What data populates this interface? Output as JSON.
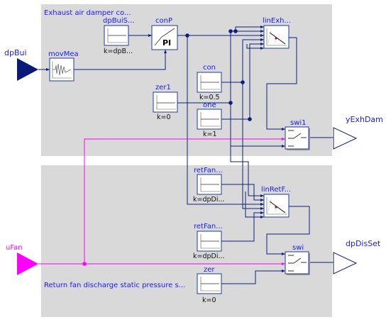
{
  "groups": {
    "top": {
      "label": "Exhaust air damper co..."
    },
    "bottom": {
      "label": "Return fan discharge static pressure s..."
    }
  },
  "inputs": {
    "dpBui": {
      "label": "dpBui",
      "color": "#0a1a78"
    },
    "uFan": {
      "label": "uFan",
      "color": "#ff00ff"
    }
  },
  "outputs": {
    "yExhDam": {
      "label": "yExhDam"
    },
    "dpDisSet": {
      "label": "dpDisSet"
    }
  },
  "blocks": {
    "movMea": {
      "name": "movMea"
    },
    "dpBuiSet": {
      "name": "dpBuiS...",
      "param": "k=dpB..."
    },
    "conP": {
      "name": "conP",
      "symbol": "PI"
    },
    "linExh": {
      "name": "linExh..."
    },
    "con": {
      "name": "con",
      "param": "k=0.5"
    },
    "zer1": {
      "name": "zer1",
      "param": "k=0"
    },
    "one": {
      "name": "one",
      "param": "k=1"
    },
    "swi1": {
      "name": "swi1"
    },
    "retFanDisPreMin": {
      "name": "retFan...",
      "param": "k=dpDi..."
    },
    "linRetFan": {
      "name": "linRetF..."
    },
    "retFanDisPreMax": {
      "name": "retFan...",
      "param": "k=dpDi..."
    },
    "swi": {
      "name": "swi"
    },
    "zer": {
      "name": "zer",
      "param": "k=0"
    }
  },
  "colors": {
    "group_background": "#d9d9d9",
    "block_border": "#1e3c9a",
    "wire": "#0d1f7a",
    "boolean_wire": "#ff00ff",
    "label_text": "#1a1aff"
  }
}
